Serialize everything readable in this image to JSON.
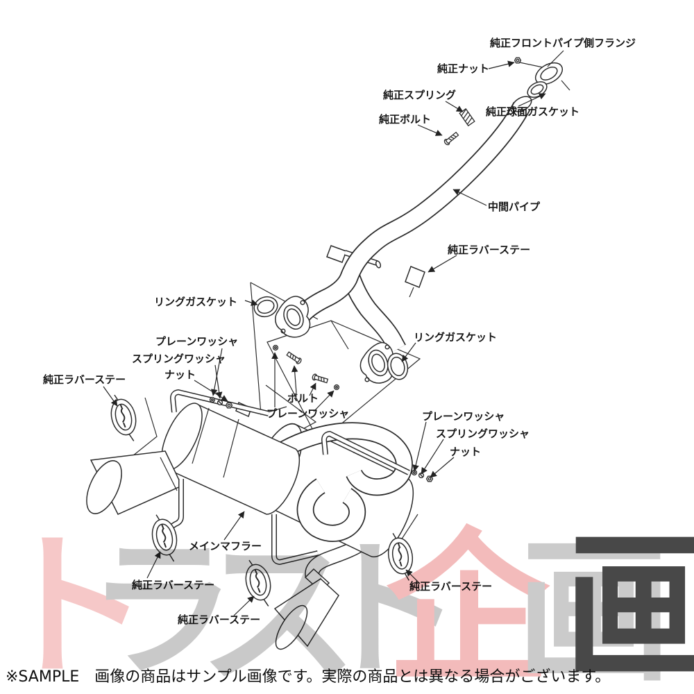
{
  "image_type": "exhaust-system-parts-diagram",
  "diagram": {
    "labels": {
      "front_pipe_flange": "純正フロントパイプ側フランジ",
      "oem_nut": "純正ナット",
      "oem_spring": "純正スプリング",
      "oem_bolt": "純正ボルト",
      "oem_spherical_gasket": "純正球面ガスケット",
      "middle_pipe": "中間パイプ",
      "rubber_stay_top": "純正ラバーステー",
      "ring_gasket_left": "リングガスケット",
      "plain_washer_left": "プレーンワッシャ",
      "spring_washer_left": "スプリングワッシャ",
      "nut_left": "ナット",
      "rubber_stay_left": "純正ラバーステー",
      "bolt": "ボルト",
      "plain_washer_center": "プレーンワッシャ",
      "ring_gasket_right": "リングガスケット",
      "plain_washer_right": "プレーンワッシャ",
      "spring_washer_right": "スプリングワッシャ",
      "nut_right": "ナット",
      "main_muffler": "メインマフラー",
      "rubber_stay_bottom_left1": "純正ラバーステー",
      "rubber_stay_bottom_left2": "純正ラバーステー",
      "rubber_stay_bottom_right": "純正ラバーステー"
    },
    "line_color": "#2b2b2b",
    "label_color": "#161616"
  },
  "watermark": {
    "text": "トラスト企画",
    "chars": [
      {
        "ch": "ト",
        "color": "#f6c8c8"
      },
      {
        "ch": "ラ",
        "color": "#c9c9c9"
      },
      {
        "ch": "ス",
        "color": "#c9c9c9"
      },
      {
        "ch": "ト",
        "color": "#c9c9c9"
      },
      {
        "ch": "企",
        "color": "#f3bbbb"
      },
      {
        "ch": "画",
        "color": "#cbcbcb"
      },
      {
        "ch": "画",
        "color": "#484848"
      }
    ]
  },
  "footer": {
    "note": "※SAMPLE　画像の商品はサンプル画像です。実際の商品とは異なる場合がございます。"
  }
}
